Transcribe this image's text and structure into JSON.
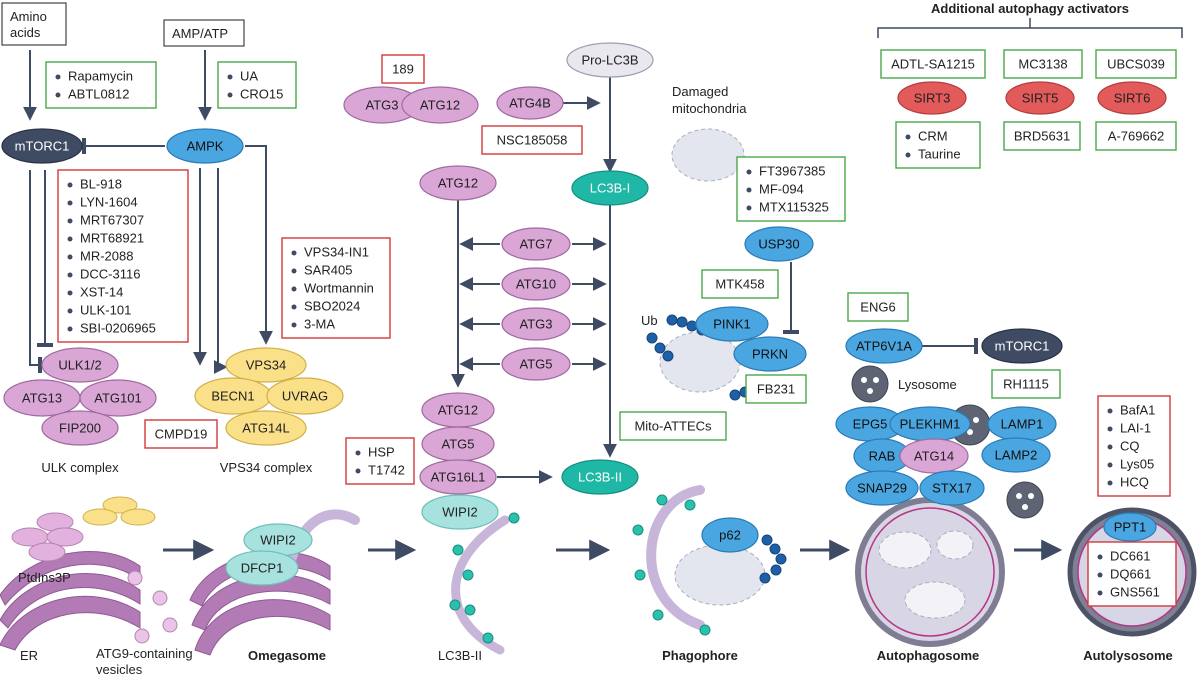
{
  "inputs": {
    "amino": [
      "Amino",
      "acids"
    ],
    "ampatp": "AMP/ATP"
  },
  "nodes": {
    "mtorc1": "mTORC1",
    "ampk": "AMPK",
    "ulk12": "ULK1/2",
    "atg13": "ATG13",
    "atg101": "ATG101",
    "fip200": "FIP200",
    "vps34": "VPS34",
    "becn1": "BECN1",
    "uvrag": "UVRAG",
    "atg14l": "ATG14L",
    "atg3a": "ATG3",
    "atg12a": "ATG12",
    "atg4b": "ATG4B",
    "prolc3b": "Pro-LC3B",
    "lc3bi": "LC3B-I",
    "lc3bii": "LC3B-II",
    "atg12b": "ATG12",
    "atg7": "ATG7",
    "atg10": "ATG10",
    "atg3b": "ATG3",
    "atg5a": "ATG5",
    "atg12c": "ATG12",
    "atg5b": "ATG5",
    "atg16l1": "ATG16L1",
    "wipi2a": "WIPI2",
    "wipi2b": "WIPI2",
    "dfcp1": "DFCP1",
    "usp30": "USP30",
    "pink1": "PINK1",
    "prkn": "PRKN",
    "p62": "p62",
    "atp6v1a": "ATP6V1A",
    "mtorc1b": "mTORC1",
    "epg5": "EPG5",
    "plekhm1": "PLEKHM1",
    "lamp1": "LAMP1",
    "lamp2": "LAMP2",
    "rab": "RAB",
    "atg14": "ATG14",
    "snap29": "SNAP29",
    "stx17": "STX17",
    "sirt3": "SIRT3",
    "sirt5": "SIRT5",
    "sirt6": "SIRT6",
    "ppt1": "PPT1"
  },
  "boxes": {
    "rapamycin": [
      "Rapamycin",
      "ABTL0812"
    ],
    "ua": [
      "UA",
      "CRO15"
    ],
    "ulkInhib": [
      "BL-918",
      "LYN-1604",
      "MRT67307",
      "MRT68921",
      "MR-2088",
      "DCC-3116",
      "XST-14",
      "ULK-101",
      "SBI-0206965"
    ],
    "vps34Inhib": [
      "VPS34-IN1",
      "SAR405",
      "Wortmannin",
      "SBO2024",
      "3-MA"
    ],
    "cmpd19": "CMPD19",
    "b189": "189",
    "nsc": "NSC185058",
    "hsp": [
      "HSP",
      "T1742"
    ],
    "ft": [
      "FT3967385",
      "MF-094",
      "MTX115325"
    ],
    "mtk458": "MTK458",
    "fb231": "FB231",
    "mitoattecs": "Mito-ATTECs",
    "eng6": "ENG6",
    "rh1115": "RH1115",
    "baf": [
      "BafA1",
      "LAI-1",
      "CQ",
      "Lys05",
      "HCQ"
    ],
    "dc661": [
      "DC661",
      "DQ661",
      "GNS561"
    ],
    "adtl": "ADTL-SA1215",
    "mc3138": "MC3138",
    "ubcs": "UBCS039",
    "crm": [
      "CRM",
      "Taurine"
    ],
    "brd": "BRD5631",
    "a769": "A-769662"
  },
  "labels": {
    "ulkComplex": "ULK complex",
    "vpsComplex": "VPS34 complex",
    "damaged": [
      "Damaged",
      "mitochondria"
    ],
    "ub": "Ub",
    "lysosome": "Lysosome",
    "ptdins": "PtdIns3P",
    "er": "ER",
    "atg9": [
      "ATG9-containing",
      "vesicles"
    ],
    "lc3biiStage": "LC3B-II",
    "additional": "Additional autophagy activators"
  },
  "stages": {
    "omegasome": "Omegasome",
    "phagophore": "Phagophore",
    "autophagosome": "Autophagosome",
    "autolysosome": "Autolysosome"
  },
  "colors": {
    "purple": "#d9a6d6",
    "purpleStroke": "#a16aa0",
    "yellow": "#fbe08a",
    "yellowStroke": "#d1b04a",
    "blue": "#4aa6e0",
    "blueStroke": "#2b7ab5",
    "teal": "#1fb8a6",
    "cyan": "#a8e2df",
    "red": "#e25a5a",
    "navy": "#3f4a63",
    "greenBox": "#49a84a",
    "redBox": "#d33a3a"
  }
}
